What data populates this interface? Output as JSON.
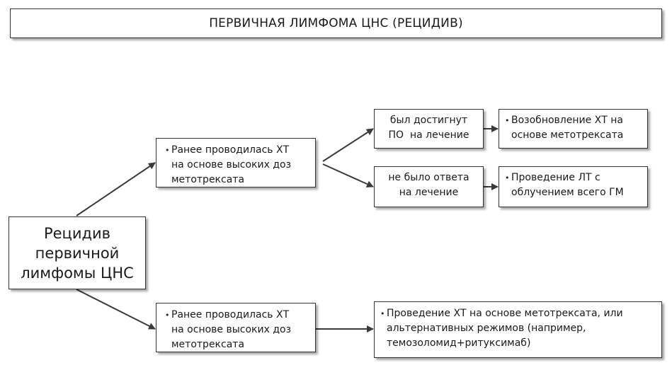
{
  "title": "ПЕРВИЧНАЯ ЛИМФОМА ЦНС (РЕЦИДИВ)",
  "root": {
    "lines": [
      "Рецидив",
      "первичной",
      "лимфомы ЦНС"
    ]
  },
  "upper_branch": {
    "bullet": "•",
    "lines": [
      "Ранее проводилась ХТ",
      "на основе высоких доз",
      "метотрексата"
    ]
  },
  "lower_branch": {
    "bullet": "•",
    "lines": [
      "Ранее проводилась ХТ",
      "на основе высоких доз",
      "метотрексата"
    ]
  },
  "response_yes": {
    "lines": [
      "был достигнут",
      "ПО  на лечение"
    ]
  },
  "response_no": {
    "lines": [
      "не было ответа",
      "на лечение"
    ]
  },
  "outcome_yes": {
    "bullet": "•",
    "lines": [
      "Возобновление ХТ на",
      "основе метотрексата"
    ]
  },
  "outcome_no": {
    "bullet": "•",
    "lines": [
      "Проведение ЛТ с",
      "облучением всего ГМ"
    ]
  },
  "outcome_lower": {
    "bullet": "•",
    "lines": [
      "Проведение ХТ на основе метотрексата, или",
      "альтернативных режимов (например,",
      "темозоломид+ритуксимаб)"
    ]
  }
}
